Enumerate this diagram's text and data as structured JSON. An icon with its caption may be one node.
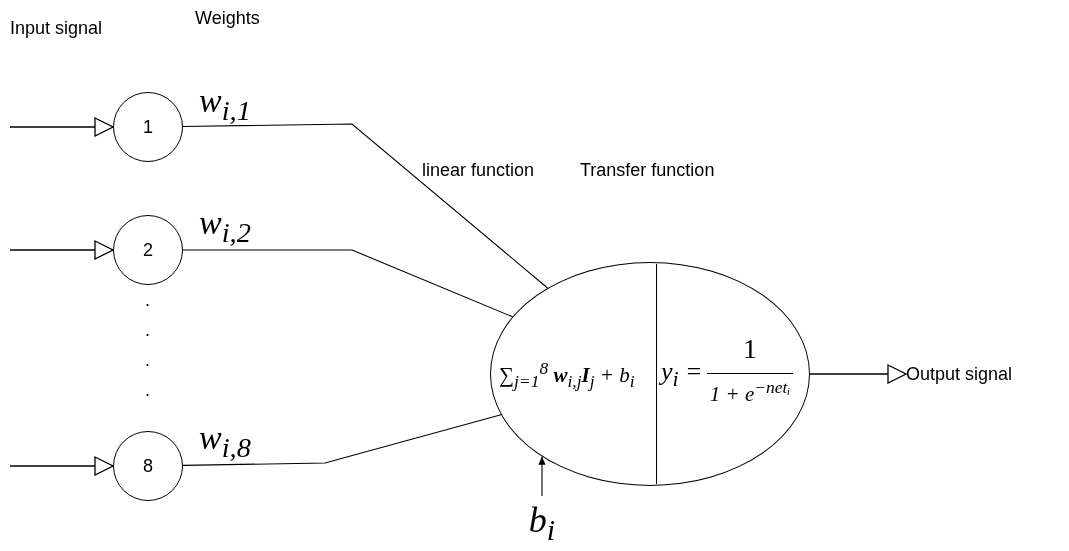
{
  "diagram": {
    "nodes": [
      {
        "text": [
          "1"
        ]
      },
      {
        "text": [
          "2"
        ]
      },
      {
        "text": [
          "8"
        ]
      },
      {
        "text": [
          "∑$_{j=1}$$^{8}$ **w**$_{i,j}$**I**$_{j}$ + b$_{i}$",
          "y$_{i}$ =",
          "1",
          "1 + e$^{−netᵢ}$"
        ]
      },
      {
        "text": [
          "Output signal"
        ]
      },
      {
        "text": [
          "b$_{i}$"
        ]
      }
    ],
    "edges": [
      {
        "from": null,
        "to": 0,
        "arrow": "to"
      },
      {
        "from": null,
        "to": 1,
        "arrow": "to"
      },
      {
        "from": null,
        "to": 2,
        "arrow": "to"
      },
      {
        "from": 0,
        "to": 3,
        "arrow": "none",
        "label": "w$_{i,1}$"
      },
      {
        "from": 1,
        "to": 3,
        "arrow": "none",
        "label": "w$_{i,2}$"
      },
      {
        "from": 2,
        "to": 3,
        "arrow": "none",
        "label": "w$_{i,8}$"
      },
      {
        "from": 3,
        "to": 4,
        "arrow": "to"
      },
      {
        "from": 5,
        "to": 3,
        "arrow": "to"
      }
    ],
    "labels": [
      "Input signal",
      "Weights",
      "linear function",
      "Transfer function",
      ".",
      ".",
      ".",
      "."
    ]
  }
}
